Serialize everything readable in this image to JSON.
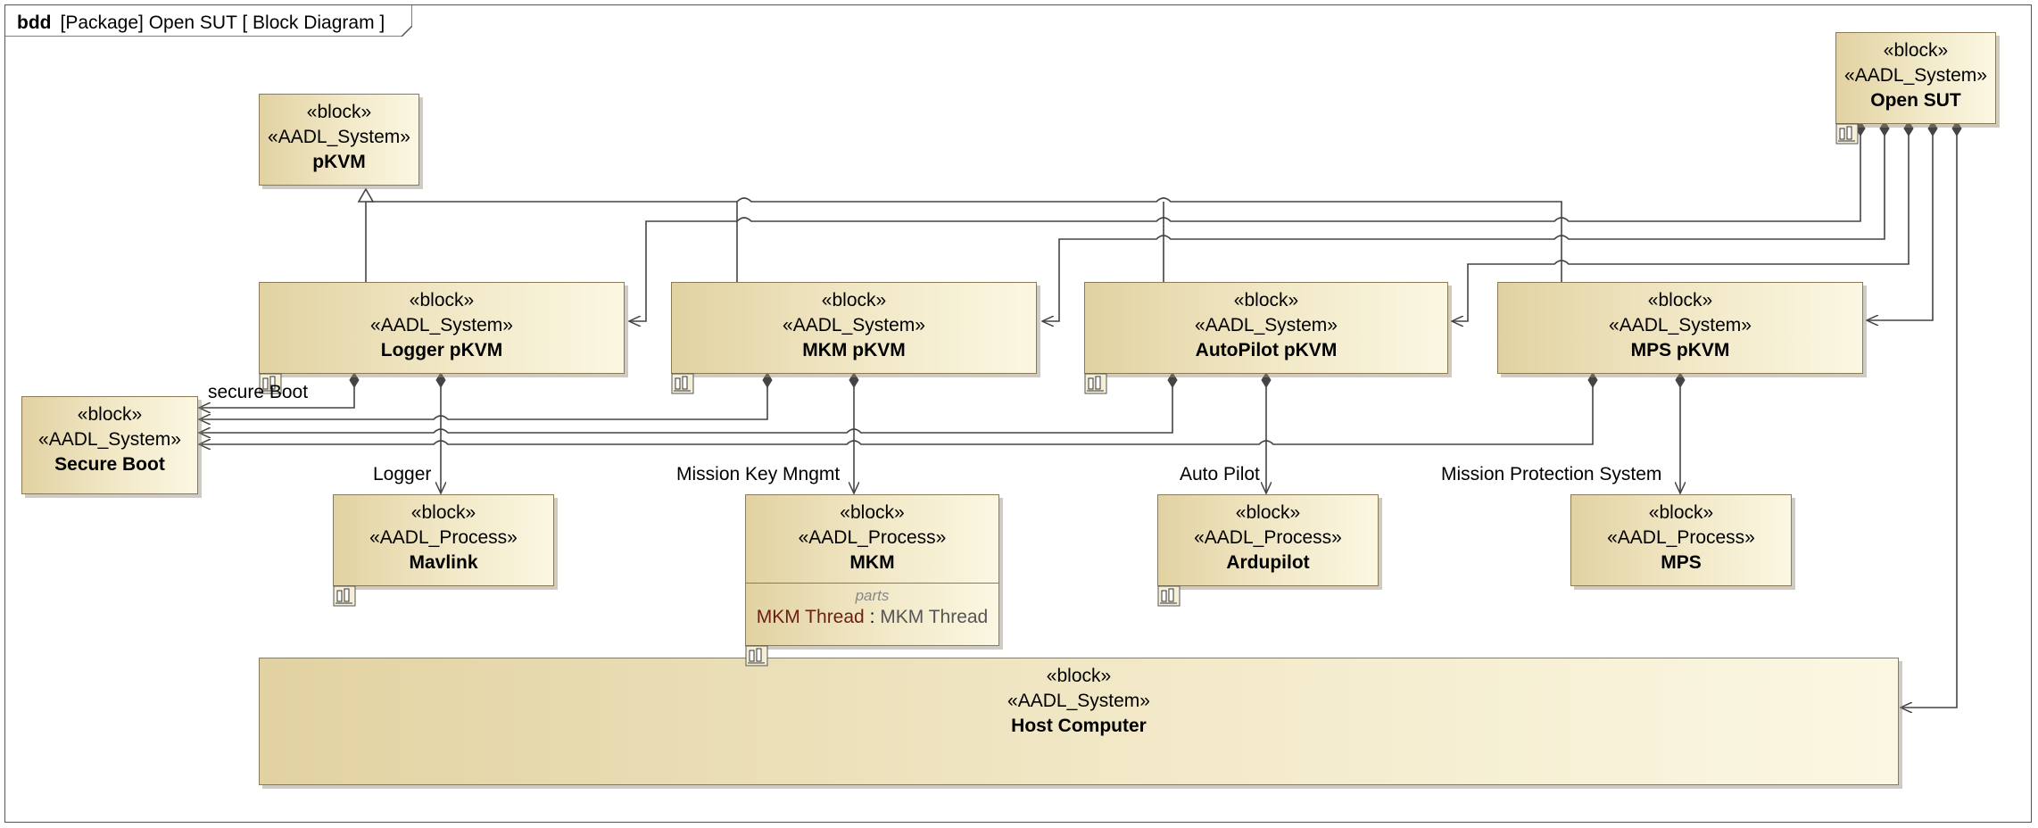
{
  "frame": {
    "kind": "bdd",
    "title": "[Package] Open SUT [ Block Diagram ]"
  },
  "blocks": {
    "open_sut": {
      "s1": "«block»",
      "s2": "«AADL_System»",
      "name": "Open SUT"
    },
    "pkvm": {
      "s1": "«block»",
      "s2": "«AADL_System»",
      "name": "pKVM"
    },
    "logger": {
      "s1": "«block»",
      "s2": "«AADL_System»",
      "name": "Logger pKVM"
    },
    "mkm_pkvm": {
      "s1": "«block»",
      "s2": "«AADL_System»",
      "name": "MKM pKVM"
    },
    "autopilot": {
      "s1": "«block»",
      "s2": "«AADL_System»",
      "name": "AutoPilot pKVM"
    },
    "mps_pkvm": {
      "s1": "«block»",
      "s2": "«AADL_System»",
      "name": "MPS pKVM"
    },
    "secure_boot": {
      "s1": "«block»",
      "s2": "«AADL_System»",
      "name": "Secure Boot"
    },
    "mavlink": {
      "s1": "«block»",
      "s2": "«AADL_Process»",
      "name": "Mavlink"
    },
    "mkm": {
      "s1": "«block»",
      "s2": "«AADL_Process»",
      "name": "MKM",
      "parts_header": "parts",
      "part_name": "MKM Thread",
      "part_sep": " : ",
      "part_type": "MKM Thread"
    },
    "ardupilot": {
      "s1": "«block»",
      "s2": "«AADL_Process»",
      "name": "Ardupilot"
    },
    "mps": {
      "s1": "«block»",
      "s2": "«AADL_Process»",
      "name": "MPS"
    },
    "host": {
      "s1": "«block»",
      "s2": "«AADL_System»",
      "name": "Host Computer"
    }
  },
  "roles": {
    "secure_boot": "secure Boot",
    "logger": "Logger",
    "mkm": "Mission Key Mngmt",
    "autopilot": "Auto Pilot",
    "mps": "Mission Protection System"
  },
  "colors": {
    "block_border": "#8c7a55",
    "block_fill_start": "#e2d2a2",
    "block_fill_end": "#fbf7e2",
    "line": "#444444",
    "part_name": "#6b1f12"
  }
}
